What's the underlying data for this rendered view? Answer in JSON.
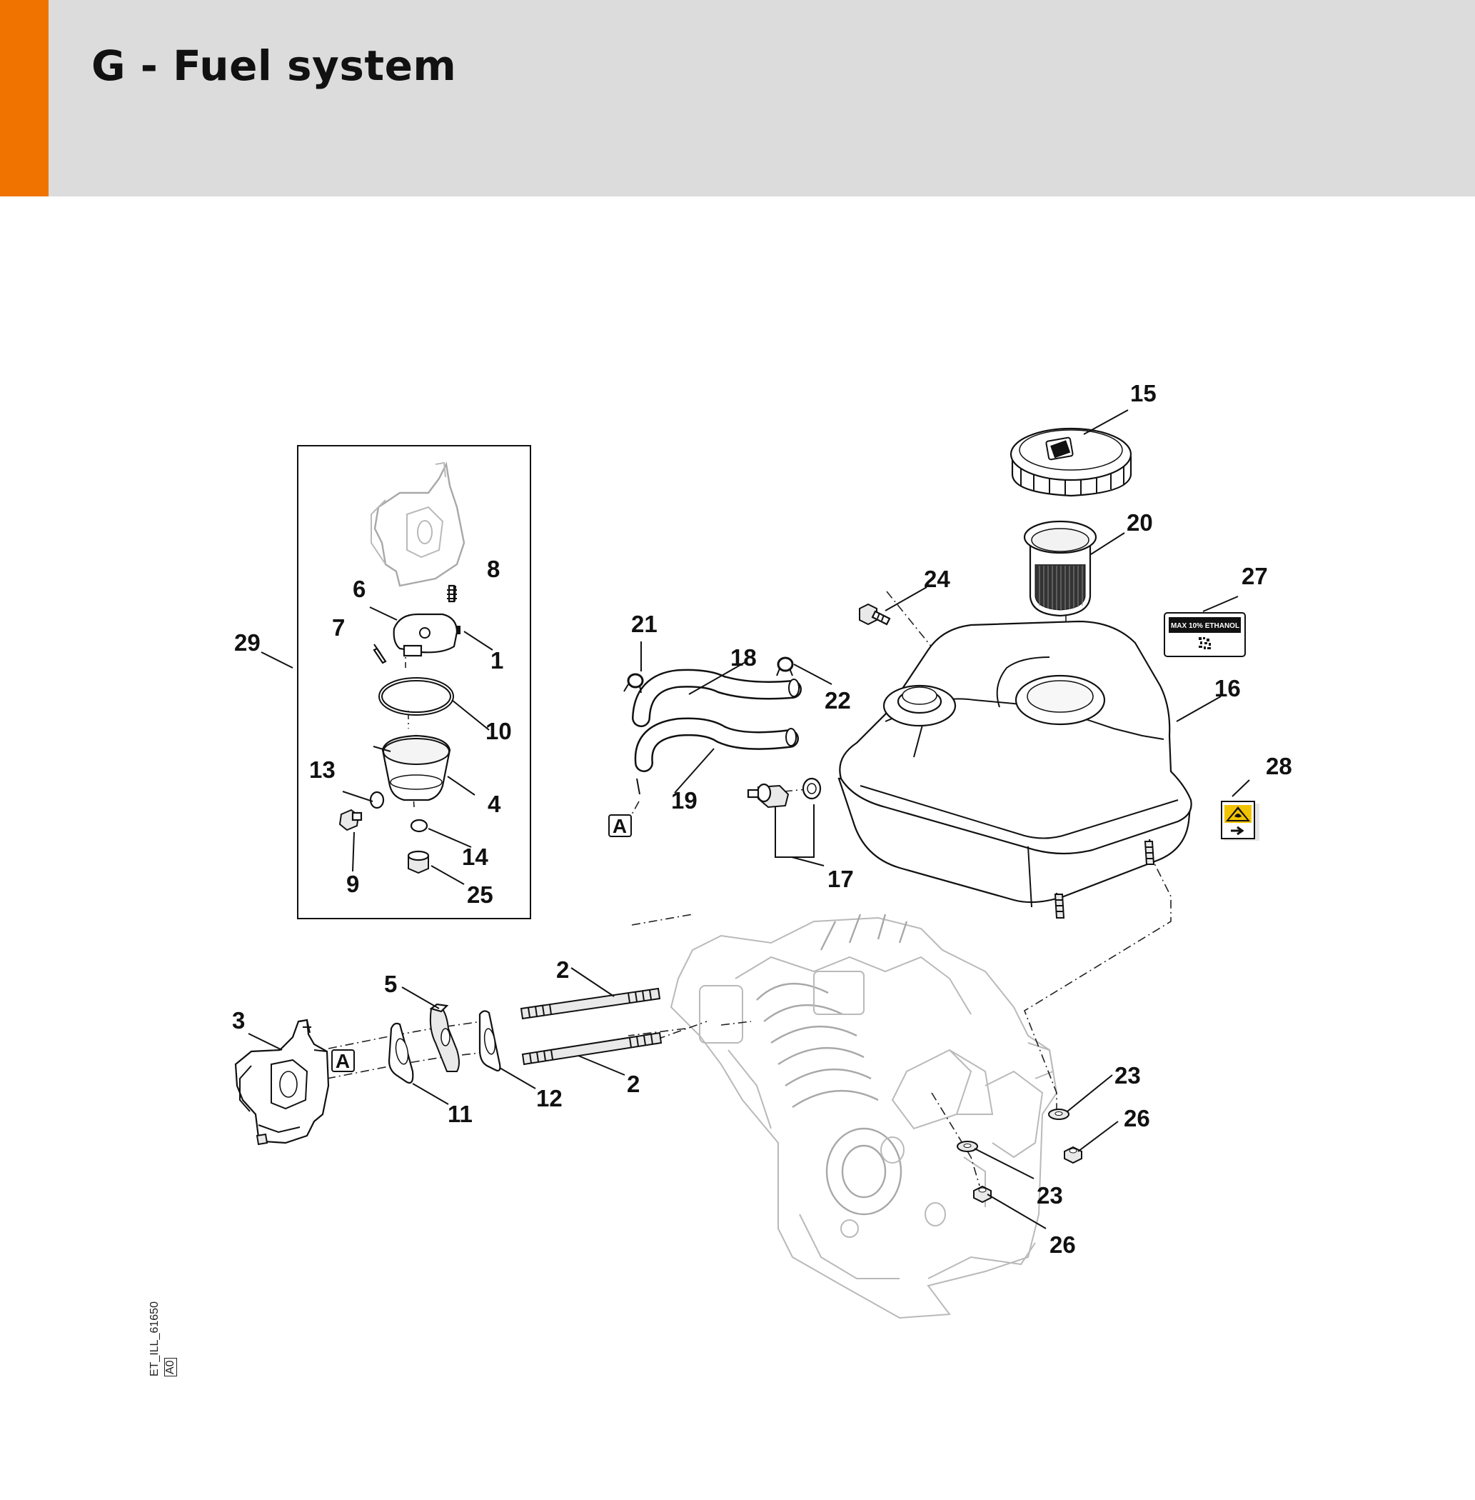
{
  "page": {
    "title": "G - Fuel system",
    "illustration_id": "ET_ILL_61650",
    "illustration_rev": "A0"
  },
  "labels": {
    "max_ethanol": "MAX 10% ETHANOL"
  },
  "view_reference": "A",
  "callouts": [
    "15",
    "20",
    "24",
    "27",
    "21",
    "18",
    "22",
    "16",
    "29",
    "6",
    "8",
    "7",
    "1",
    "10",
    "13",
    "4",
    "14",
    "9",
    "25",
    "19",
    "17",
    "28",
    "2",
    "5",
    "3",
    "2",
    "11",
    "12",
    "23",
    "26",
    "23",
    "26"
  ],
  "colors": {
    "accent": "#f07300",
    "header_bg": "#dbdcdb"
  }
}
